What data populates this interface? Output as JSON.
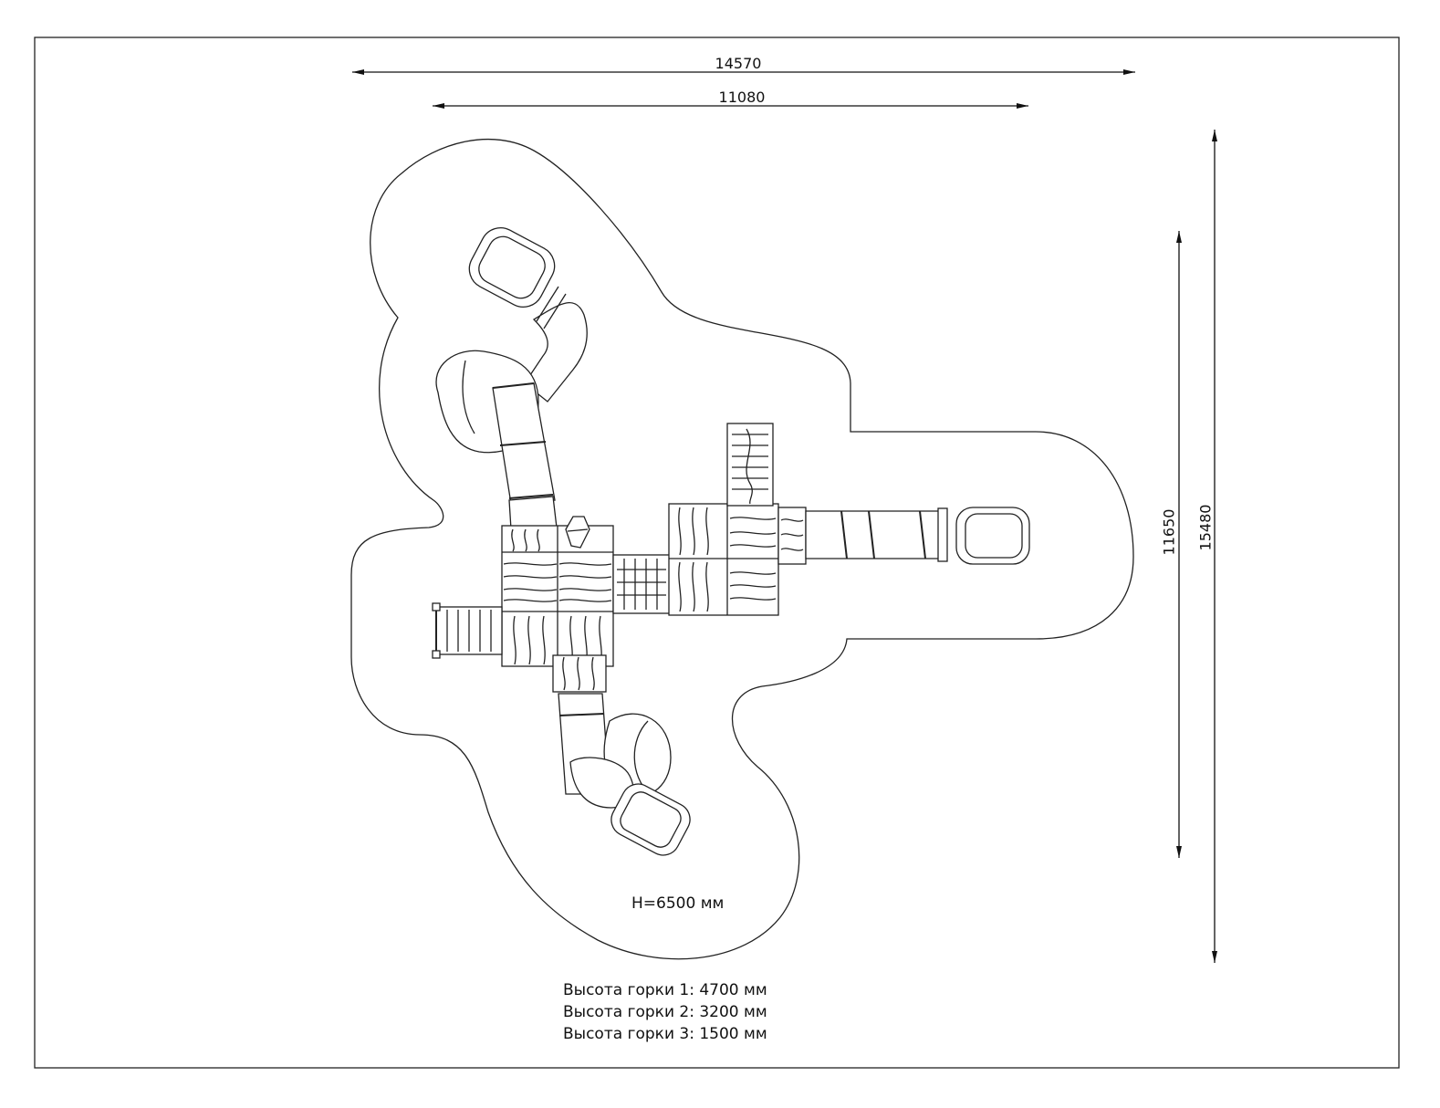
{
  "dimensions": {
    "overall_width": "14570",
    "inner_width": "11080",
    "inner_height": "11650",
    "overall_height": "15480"
  },
  "platform_height_note": "H=6500 мм",
  "slide_heights": [
    "Высота горки 1: 4700 мм",
    "Высота горки 2: 3200 мм",
    "Высота горки 3: 1500 мм"
  ]
}
